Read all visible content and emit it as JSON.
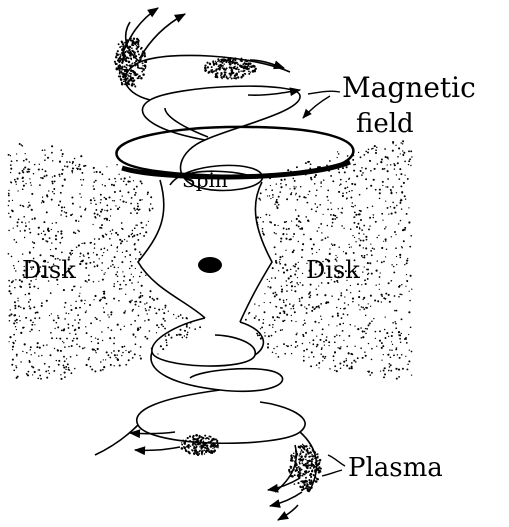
{
  "labels": {
    "magnetic": "Magnetic",
    "field": "field",
    "spin": "Spin",
    "disk_left": "Disk",
    "disk_right": "Disk",
    "plasma": "Plasma"
  },
  "colors": {
    "ink": "#000000",
    "background": "#ffffff",
    "stipple": "#000000"
  }
}
